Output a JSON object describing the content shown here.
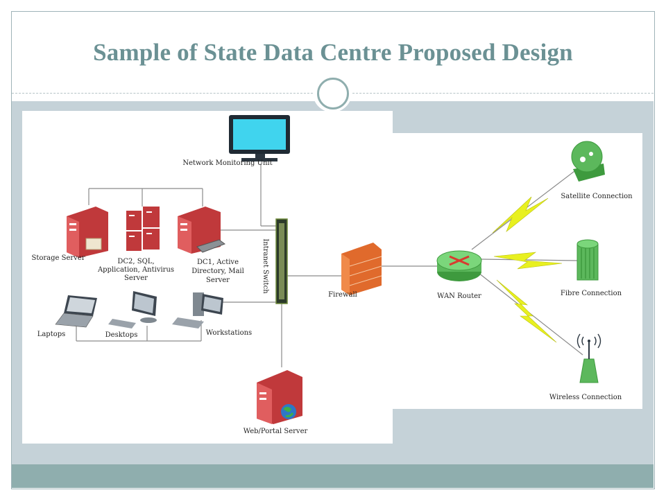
{
  "title": "Sample of State Data Centre Proposed Design",
  "nodes": {
    "monitor": "Network Monitoring Unit",
    "storage": "Storage Server",
    "dc2": [
      "DC2, SQL,",
      "Application, Antivirus",
      "Server"
    ],
    "dc1": [
      "DC1, Active",
      "Directory, Mail",
      "Server"
    ],
    "switch": "Intranet Switch",
    "laptops": "Laptops",
    "desktops": "Desktops",
    "workstations": "Workstations",
    "web": "Web/Portal Server",
    "firewall": "Firewall",
    "router": "WAN Router",
    "satellite": "Satellite Connection",
    "fibre": "Fibre Connection",
    "wireless": "Wireless Connection"
  },
  "colors": {
    "title": "#6b9194",
    "band": "#c5d2d8",
    "footer": "#8faeae",
    "server": "#c0393b",
    "wan": "#5cb85c",
    "firewall": "#e06a2c",
    "bolt": "#e8f020"
  }
}
